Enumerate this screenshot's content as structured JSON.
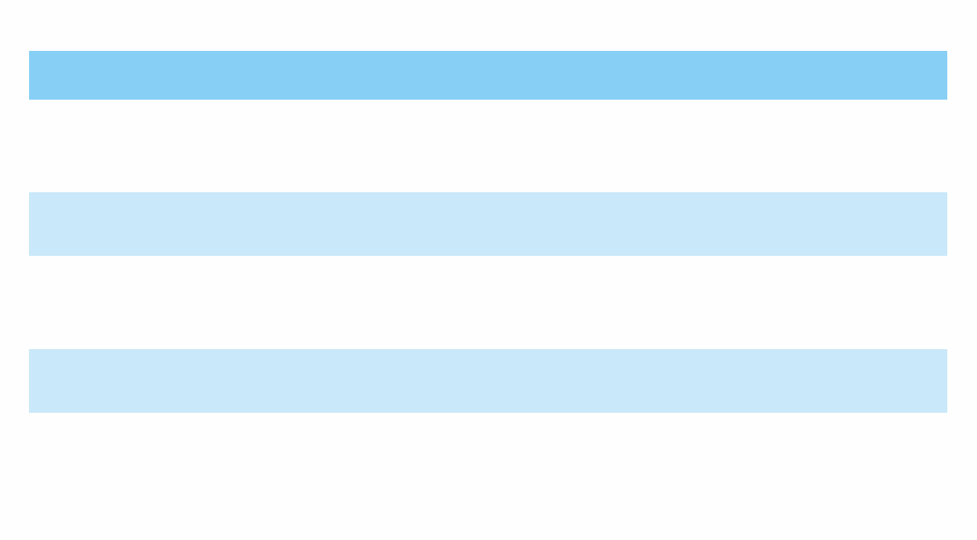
{
  "colors": {
    "header_band": "#87cff5",
    "row_band": "#c9e8f9",
    "background": "#fefefe"
  },
  "bands": [
    {
      "role": "header",
      "color": "#87cff5"
    },
    {
      "role": "row",
      "color": "#c9e8f9"
    },
    {
      "role": "row",
      "color": "#c9e8f9"
    }
  ]
}
